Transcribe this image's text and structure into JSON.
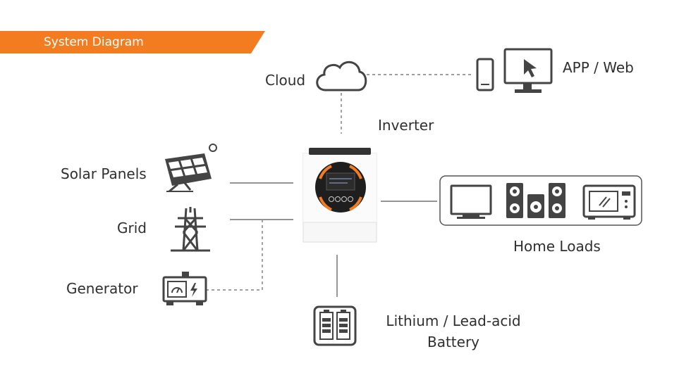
{
  "header": {
    "title": "System Diagram"
  },
  "colors": {
    "accent": "#f47c20",
    "line": "#555555",
    "icon": "#444444"
  },
  "nodes": {
    "cloud": {
      "label": "Cloud",
      "icon": "cloud-icon"
    },
    "app": {
      "label": "APP / Web",
      "icons": [
        "smartphone-icon",
        "monitor-icon"
      ]
    },
    "inverter": {
      "label": "Inverter",
      "icon": "inverter-icon"
    },
    "solar": {
      "label": "Solar Panels",
      "icon": "solar-panel-icon"
    },
    "grid": {
      "label": "Grid",
      "icon": "power-tower-icon"
    },
    "generator": {
      "label": "Generator",
      "icon": "generator-icon"
    },
    "loads": {
      "label": "Home Loads",
      "icons": [
        "tv-icon",
        "speakers-icon",
        "microwave-icon"
      ]
    },
    "battery": {
      "label_line1": "Lithium / Lead-acid",
      "label_line2": "Battery",
      "icon": "battery-icon"
    }
  }
}
